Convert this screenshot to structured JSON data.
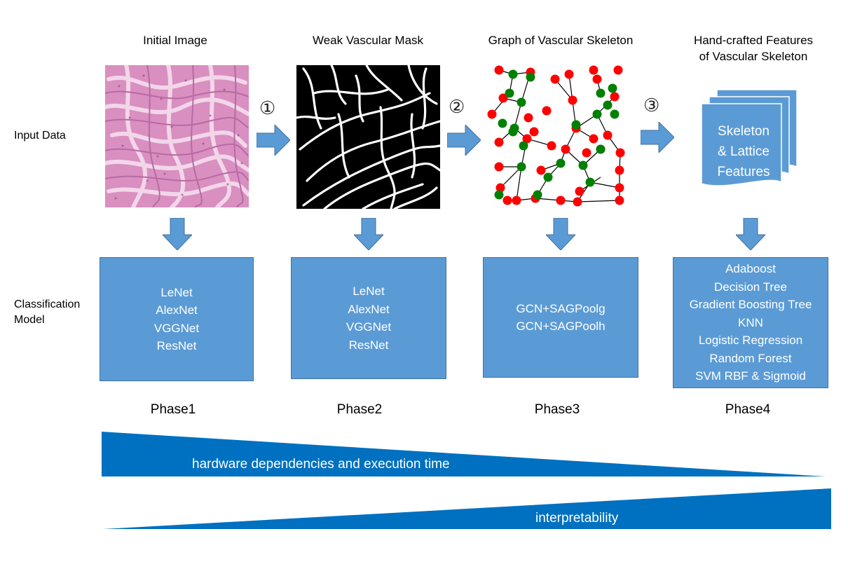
{
  "columns": {
    "c1_title": "Initial Image",
    "c2_title": "Weak Vascular Mask",
    "c3_title": "Graph of Vascular Skeleton",
    "c4_title_line1": "Hand-crafted Features",
    "c4_title_line2": "of Vascular Skeleton"
  },
  "row_labels": {
    "input": "Input Data",
    "model_line1": "Classification",
    "model_line2": "Model"
  },
  "steps": [
    "①",
    "②",
    "③"
  ],
  "features_doc": [
    "Skeleton",
    "& Lattice",
    "Features"
  ],
  "models": {
    "phase1": [
      "LeNet",
      "AlexNet",
      "VGGNet",
      "ResNet"
    ],
    "phase2": [
      "LeNet",
      "AlexNet",
      "VGGNet",
      "ResNet"
    ],
    "phase3": [
      "GCN+SAGPoolg",
      "GCN+SAGPoolh"
    ],
    "phase4": [
      "Adaboost",
      "Decision Tree",
      "Gradient Boosting Tree",
      "KNN",
      "Logistic Regression",
      "Random Forest",
      "SVM RBF & Sigmoid"
    ]
  },
  "phases": [
    "Phase1",
    "Phase2",
    "Phase3",
    "Phase4"
  ],
  "wedges": {
    "top": "hardware dependencies and execution time",
    "bottom": "interpretability"
  },
  "colors": {
    "box_fill": "#5b9bd5",
    "box_border": "#41719c",
    "wedge": "#0070c0",
    "arrow": "#5b9bd5",
    "node_red": "#ff0000",
    "node_green": "#008000",
    "tissue_bg": "#d98fc0"
  }
}
